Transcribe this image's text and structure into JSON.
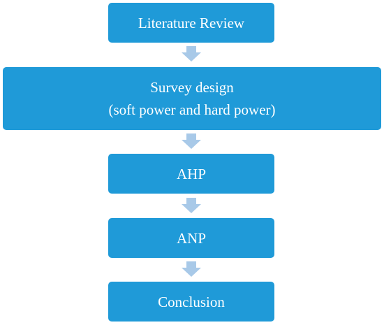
{
  "colors": {
    "box": "#1f9ad8",
    "text": "#ffffff",
    "arrow": "#a8c9e8"
  },
  "steps": [
    {
      "label": "Literature Review"
    },
    {
      "label": "Survey design",
      "sublabel": "(soft power and hard power)"
    },
    {
      "label": "AHP"
    },
    {
      "label": "ANP"
    },
    {
      "label": "Conclusion"
    }
  ]
}
